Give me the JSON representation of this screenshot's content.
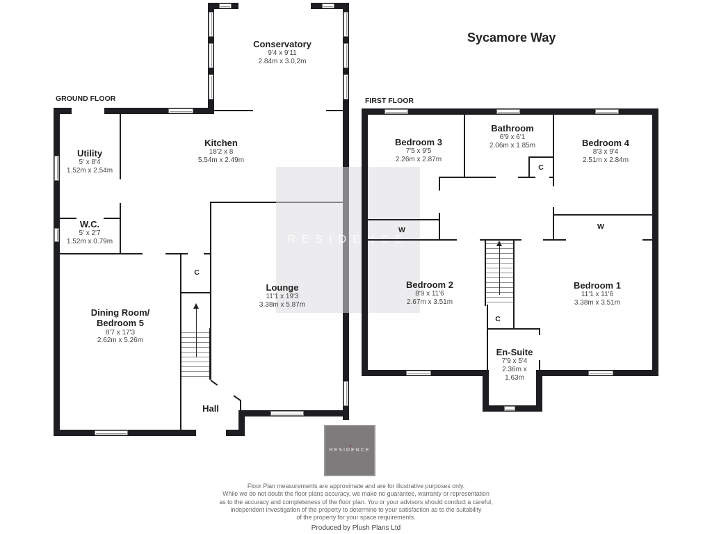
{
  "title": "Sycamore Way",
  "ground_floor": {
    "label": "GROUND FLOOR",
    "rooms": [
      {
        "name": "Conservatory",
        "imperial": "9'4 x 9'11",
        "metric": "2.84m x 3.0,2m"
      },
      {
        "name": "Kitchen",
        "imperial": "18'2 x 8",
        "metric": "5.54m x 2.49m"
      },
      {
        "name": "Utility",
        "imperial": "5' x 8'4",
        "metric": "1.52m x 2.54m"
      },
      {
        "name": "W.C.",
        "imperial": "5' x 2'7",
        "metric": "1.52m x 0.79m"
      },
      {
        "name": "Lounge",
        "imperial": "11'1 x 19'3",
        "metric": "3.38m x 5.87m"
      },
      {
        "name_line1": "Dining Room/",
        "name_line2": "Bedroom 5",
        "imperial": "8'7 x 17'3",
        "metric": "2.62m x 5.26m"
      },
      {
        "name": "Hall"
      }
    ],
    "cupboard_label": "C"
  },
  "first_floor": {
    "label": "FIRST FLOOR",
    "rooms": [
      {
        "name": "Bedroom 3",
        "imperial": "7'5 x 9'5",
        "metric": "2.26m x 2.87m"
      },
      {
        "name": "Bathroom",
        "imperial": "6'9 x 6'1",
        "metric": "2.06m x 1.85m"
      },
      {
        "name": "Bedroom 4",
        "imperial": "8'3 x 9'4",
        "metric": "2.51m x 2.84m"
      },
      {
        "name": "Bedroom 2",
        "imperial": "8'9 x 11'6",
        "metric": "2.67m x 3.51m"
      },
      {
        "name": "Bedroom 1",
        "imperial": "11'1 x 11'6",
        "metric": "3.38m x 3.51m"
      },
      {
        "name": "En-Suite",
        "imperial": "7'9 x 5'4",
        "metric_line1": "2.36m x",
        "metric_line2": "1.63m"
      }
    ],
    "cupboard_label": "C",
    "wardrobe_label": "W"
  },
  "watermark_text": "RESIDENCE",
  "logo_text": "RESIDENCE",
  "disclaimer": [
    "Floor Plan measurements are approximate and are for illustrative purposes only.",
    "While we do not doubt the floor plans accuracy, we make no guarantee, warranty or representation",
    "as to the accuracy and completeness of the floor plan. You or your advisors should conduct a careful,",
    "independent investigation of the property to determine to your satisfaction as to the suitability",
    "of the property for your space requirements."
  ],
  "producer": "Produced by Plush Plans Ltd"
}
